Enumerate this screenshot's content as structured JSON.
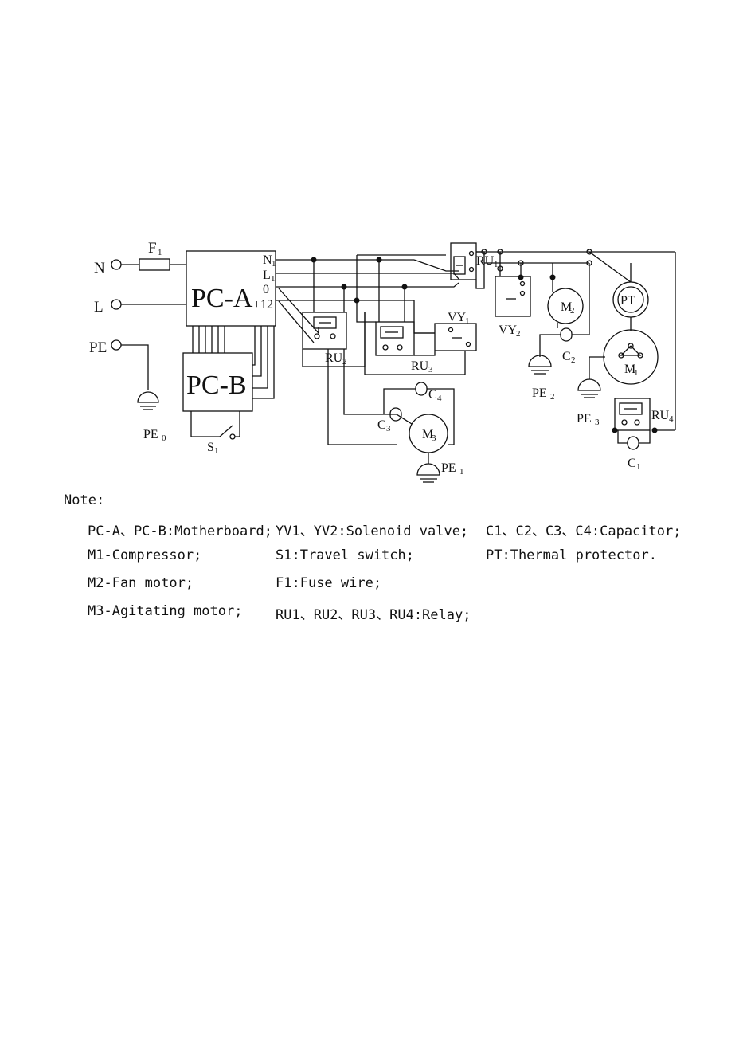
{
  "diagram": {
    "terminals": {
      "n": "N",
      "l": "L",
      "pe": "PE"
    },
    "boards": {
      "pc_a": "PC-A",
      "pc_b": "PC-B"
    },
    "pc_a_pins": [
      "N",
      "L",
      "0",
      "+12"
    ],
    "fuse": "F",
    "switch": "S",
    "relays": {
      "ru1": "RU",
      "ru2": "RU",
      "ru3": "RU",
      "ru4": "RU"
    },
    "valves": {
      "vy1": "VY",
      "vy2": "VY"
    },
    "motors": {
      "m1": "M",
      "m2": "M",
      "m3": "M"
    },
    "capacitors": {
      "c1": "C",
      "c2": "C",
      "c3": "C",
      "c4": "C"
    },
    "grounds": {
      "pe0": "PE",
      "pe1": "PE",
      "pe2": "PE",
      "pe3": "PE"
    },
    "thermal": "PT",
    "subscripts": {
      "one": "1",
      "two": "2",
      "three": "3",
      "four": "4",
      "zero": "0"
    }
  },
  "note": {
    "title": "Note:",
    "col1": [
      "PC-A、PC-B:Motherboard;",
      "M1-Compressor;",
      "M2-Fan motor;",
      "M3-Agitating motor;"
    ],
    "col2": [
      "YV1、YV2:Solenoid valve;",
      "S1:Travel switch;",
      "F1:Fuse wire;",
      "RU1、RU2、RU3、RU4:Relay;"
    ],
    "col3": [
      "C1、C2、C3、C4:Capacitor;",
      "PT:Thermal protector."
    ]
  }
}
